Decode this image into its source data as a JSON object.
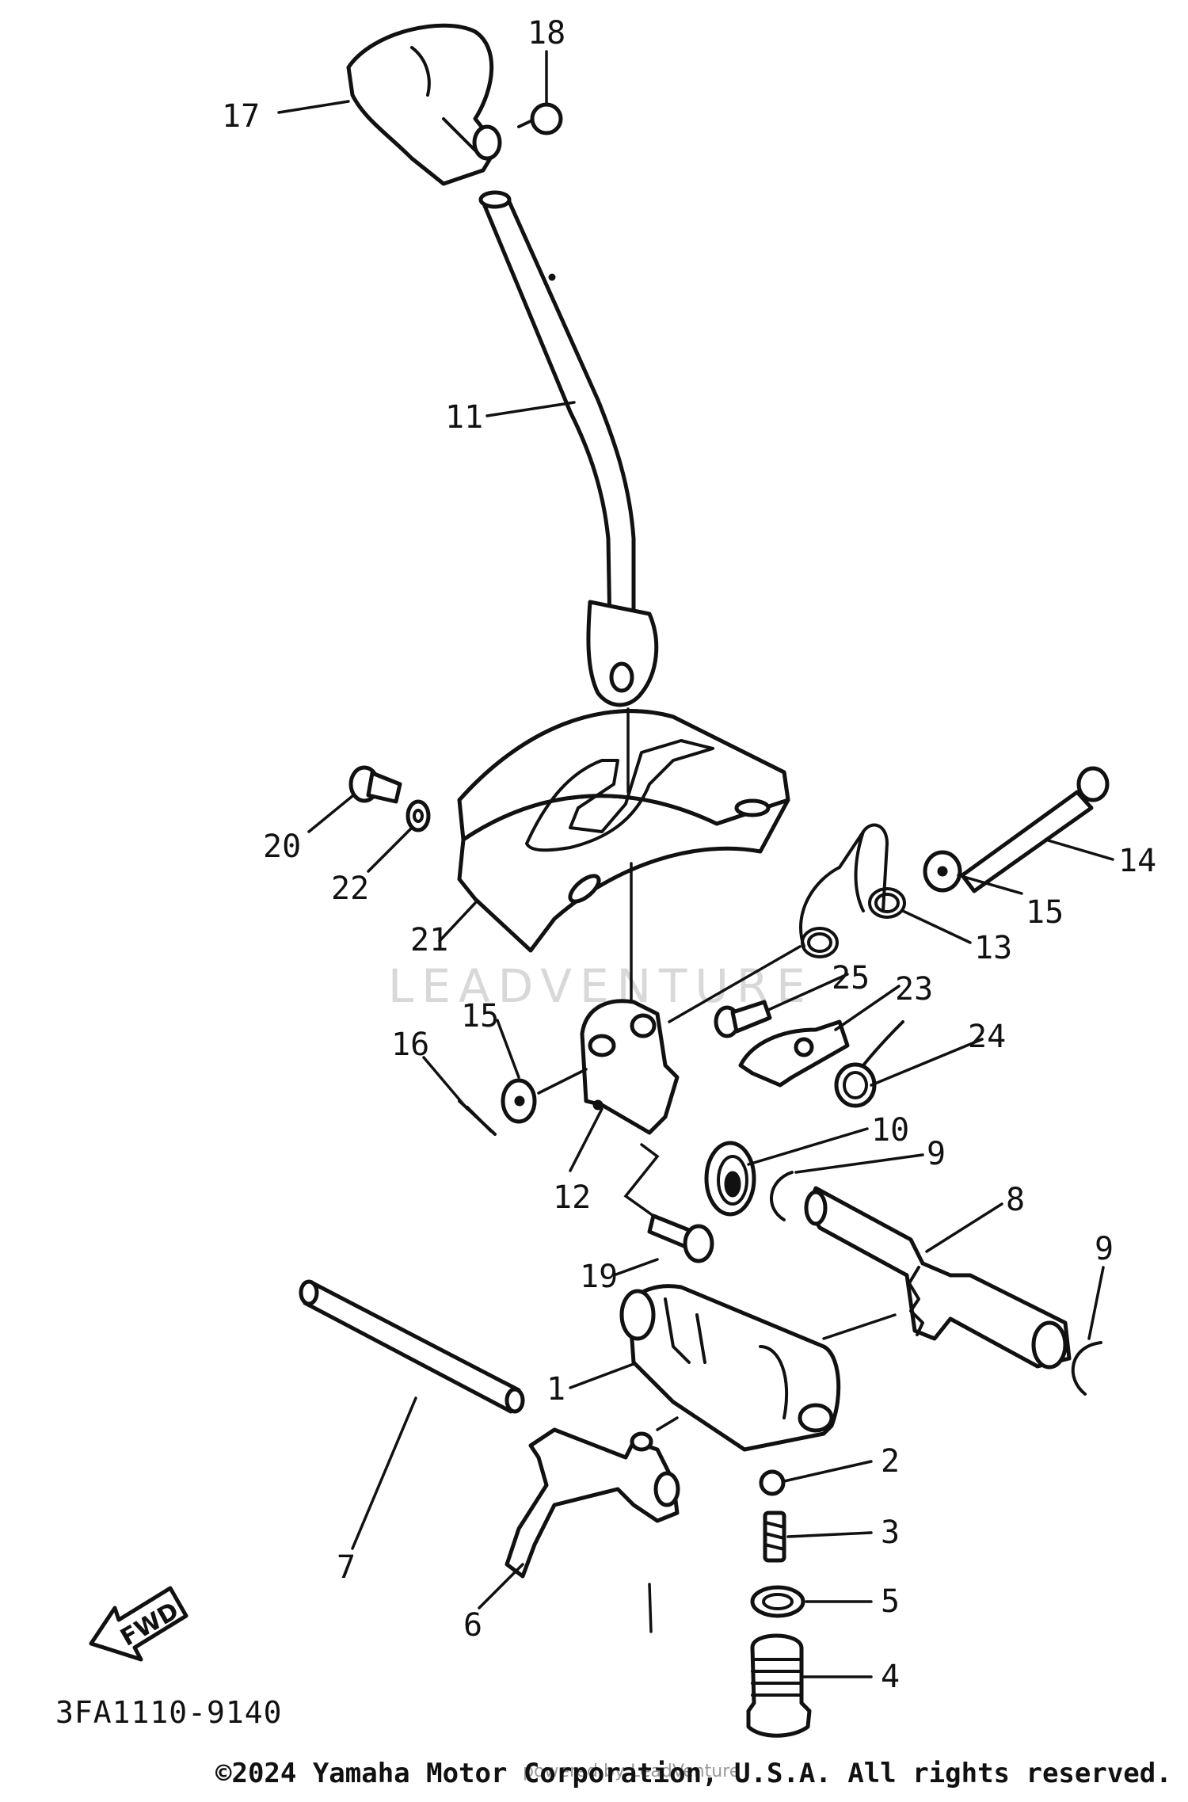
{
  "diagram": {
    "drawing_code": "3FA1110-9140",
    "copyright": "©2024 Yamaha Motor Corporation, U.S.A. All rights reserved.",
    "watermark": "LEADVENTURE",
    "watermark_small": "powered by LeadVenture",
    "direction_label": "FWD",
    "callouts": [
      "17",
      "18",
      "11",
      "20",
      "22",
      "21",
      "14",
      "15",
      "13",
      "25",
      "23",
      "24",
      "15",
      "16",
      "12",
      "10",
      "9",
      "8",
      "9",
      "19",
      "1",
      "7",
      "6",
      "2",
      "3",
      "5",
      "4"
    ]
  }
}
